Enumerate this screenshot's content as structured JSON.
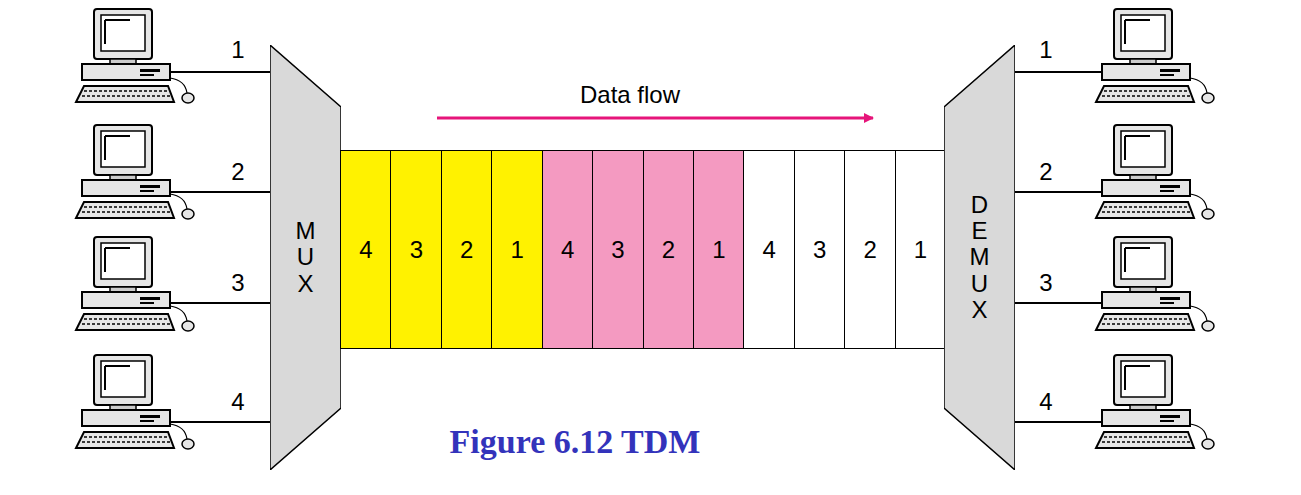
{
  "diagram": {
    "caption": "Figure 6.12 TDM",
    "nodes": [
      {
        "text": [
          "MUX"
        ]
      },
      {
        "text": [
          "4"
        ]
      },
      {
        "text": [
          "3"
        ]
      },
      {
        "text": [
          "2"
        ]
      },
      {
        "text": [
          "1"
        ]
      },
      {
        "text": [
          "4"
        ]
      },
      {
        "text": [
          "3"
        ]
      },
      {
        "text": [
          "2"
        ]
      },
      {
        "text": [
          "1"
        ]
      },
      {
        "text": [
          "4"
        ]
      },
      {
        "text": [
          "3"
        ]
      },
      {
        "text": [
          "2"
        ]
      },
      {
        "text": [
          "1"
        ]
      },
      {
        "text": [
          "DEMUX"
        ]
      }
    ],
    "labels": [
      "1",
      "2",
      "3",
      "4",
      "Data flow",
      "1",
      "2",
      "3",
      "4"
    ]
  }
}
